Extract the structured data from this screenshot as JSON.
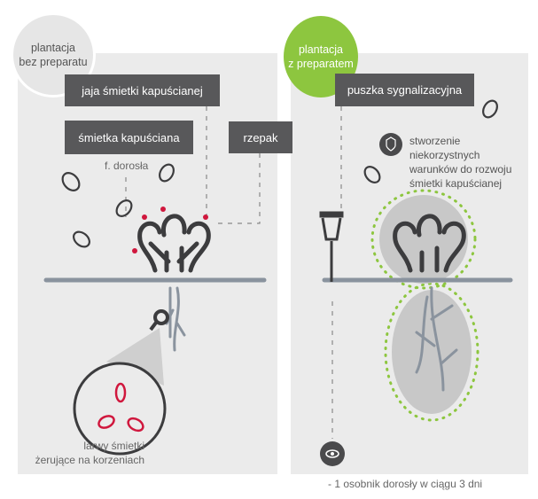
{
  "left": {
    "badge": [
      "plantacja",
      "bez preparatu"
    ],
    "eggs_label": "jaja śmietki kapuścianej",
    "fly_label": "śmietka kapuściana",
    "fly_sub": "f. dorosła",
    "rape_label": "rzepak",
    "larvae_caption": [
      "larwy śmietki",
      "żerujące na korzeniach"
    ]
  },
  "right": {
    "badge": [
      "plantacja",
      "z preparatem"
    ],
    "trap_label": "puszka sygnalizacyjna",
    "effect_text": [
      "stworzenie",
      "niekorzystnych",
      "warunków do rozwoju",
      "śmietki kapuścianej"
    ],
    "observation": "- 1 osobnik dorosły w ciągu 3 dni"
  },
  "colors": {
    "accent": "#8dc63f",
    "box": "#58585a",
    "pest": "#d0173d",
    "panel": "#ebebeb"
  }
}
